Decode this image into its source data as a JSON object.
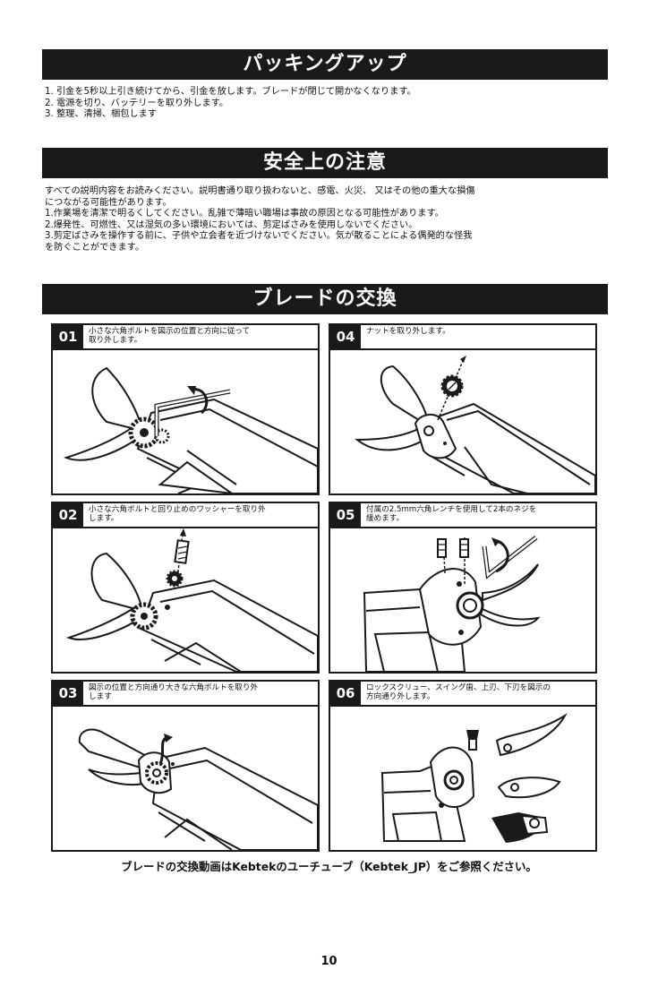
{
  "sections": {
    "packing": {
      "title": "パッキングアップ",
      "lines": [
        "1. 引金を5秒以上引き続けてから、引金を放します。ブレードが閉じて開かなくなります。",
        "2. 電源を切り、バッテリーを取り外します。",
        "3. 整理、清掃、梱包します"
      ]
    },
    "safety": {
      "title": "安全上の注意",
      "lines": [
        "すべての説明内容をお読みください。説明書通り取り扱わないと、感電、火災、 又はその他の重大な損傷",
        "につながる可能性があります。",
        "1.作業場を清潔で明るくしてください。乱雑で薄暗い職場は事故の原因となる可能性があります。",
        "2.爆発性、可燃性、又は湿気の多い環境においては、剪定ばさみを使用しないでください。",
        "3.剪定ばさみを操作する前に、子供や立会者を近づけないでください。気が散ることによる偶発的な怪我",
        "を防ぐことができます。"
      ]
    },
    "blade": {
      "title": "ブレードの交換"
    }
  },
  "steps": [
    {
      "num": "01",
      "lines": [
        "小さな六角ボルトを図示の位置と方向に従って",
        "取り外します。"
      ]
    },
    {
      "num": "04",
      "lines": [
        "ナットを取り外します。"
      ]
    },
    {
      "num": "02",
      "lines": [
        "小さな六角ボルトと回り止めのワッシャーを取り外",
        "します。"
      ]
    },
    {
      "num": "05",
      "lines": [
        "付属の2.5mm六角レンチを使用して2本のネジを",
        "緩めます。"
      ]
    },
    {
      "num": "03",
      "lines": [
        "図示の位置と方向通り大きな六角ボルトを取り外",
        "します"
      ]
    },
    {
      "num": "06",
      "lines": [
        "ロックスクリュー、スイング歯、上刃、下刃を図示の",
        "方向通り外します。"
      ]
    }
  ],
  "footer_note": "ブレードの交換動画はKebtekのユーチューブ（Kebtek_JP）をご参照ください。",
  "page_number": "10"
}
